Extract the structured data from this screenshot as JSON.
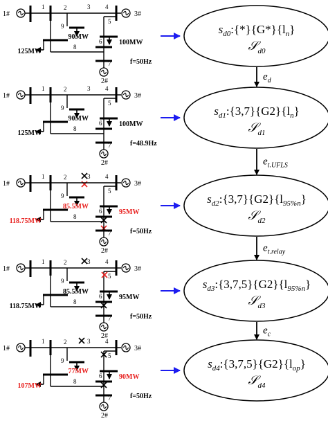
{
  "colors": {
    "ink": "#000000",
    "highlight": "#e8211f",
    "arrow": "#1c1cf0"
  },
  "panels": [
    {
      "gen_left": "1#",
      "gen_right": "3#",
      "gen_bottom": "2#",
      "buses": [
        "1",
        "2",
        "3",
        "4",
        "5",
        "6",
        "7",
        "8",
        "9"
      ],
      "load_mid": "90MW",
      "load_left": "125MW",
      "load_right": "100MW",
      "freq": "f=50Hz",
      "state_main": "s",
      "state_sub": "d0",
      "state_body": ":{*}{G*}{l",
      "state_body_sub": "n",
      "state_tail": "}",
      "set_symbol": "𝒮",
      "set_sub": "d0",
      "edge_main": "e",
      "edge_sub": "d"
    },
    {
      "gen_left": "1#",
      "gen_right": "3#",
      "gen_bottom": "2#",
      "buses": [
        "1",
        "2",
        "3",
        "4",
        "5",
        "6",
        "7",
        "8",
        "9"
      ],
      "load_mid": "90MW",
      "load_left": "125MW",
      "load_right": "100MW",
      "freq": "f=48.9Hz",
      "state_main": "s",
      "state_sub": "d1",
      "state_body": ":{3,7}{G2}{l",
      "state_body_sub": "n",
      "state_tail": "}",
      "set_symbol": "𝒮",
      "set_sub": "d1",
      "edge_main": "e",
      "edge_sub": "t.UFLS"
    },
    {
      "gen_left": "1#",
      "gen_right": "3#",
      "gen_bottom": "2#",
      "buses": [
        "1",
        "2",
        "3",
        "4",
        "5",
        "6",
        "7",
        "8",
        "9"
      ],
      "load_mid": "85.5MW",
      "load_left": "118.75MW",
      "load_right": "95MW",
      "freq": "f=50Hz",
      "state_main": "s",
      "state_sub": "d2",
      "state_body": ":{3,7}{G2}{l",
      "state_body_sub": "95%n",
      "state_tail": "}",
      "set_symbol": "𝒮",
      "set_sub": "d2",
      "edge_main": "e",
      "edge_sub": "t.relay"
    },
    {
      "gen_left": "1#",
      "gen_right": "3#",
      "gen_bottom": "2#",
      "buses": [
        "1",
        "2",
        "3",
        "4",
        "5",
        "6",
        "7",
        "8",
        "9"
      ],
      "load_mid": "85.5MW",
      "load_left": "118.75MW",
      "load_right": "95MW",
      "freq": "f=50Hz",
      "state_main": "s",
      "state_sub": "d3",
      "state_body": ":{3,7,5}{G2}{l",
      "state_body_sub": "95%n",
      "state_tail": "}",
      "set_symbol": "𝒮",
      "set_sub": "d3",
      "edge_main": "e",
      "edge_sub": "c"
    },
    {
      "gen_left": "1#",
      "gen_right": "3#",
      "gen_bottom": "2#",
      "buses": [
        "1",
        "2",
        "3",
        "4",
        "5",
        "6",
        "7",
        "8",
        "9"
      ],
      "load_mid": "77MW",
      "load_left": "107MW",
      "load_right": "90MW",
      "freq": "f=50Hz",
      "state_main": "s",
      "state_sub": "d4",
      "state_body": ":{3,7,5}{G2}{l",
      "state_body_sub": "op",
      "state_tail": "}",
      "set_symbol": "𝒮",
      "set_sub": "d4"
    }
  ]
}
